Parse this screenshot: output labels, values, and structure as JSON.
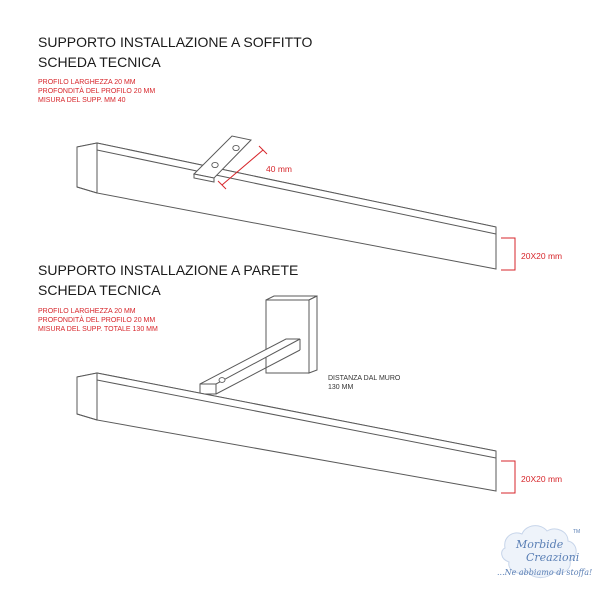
{
  "ceiling": {
    "title": "SUPPORTO INSTALLAZIONE A SOFFITTO",
    "subtitle": "SCHEDA TECNICA",
    "specs": [
      "PROFILO LARGHEZZA 20 MM",
      "PROFONDITÀ DEL PROFILO 20 MM",
      "MISURA DEL SUPP. MM 40"
    ],
    "bracket_dimension": "40 mm",
    "profile_dimension": "20X20 mm"
  },
  "wall": {
    "title": "SUPPORTO INSTALLAZIONE A PARETE",
    "subtitle": "SCHEDA TECNICA",
    "specs": [
      "PROFILO LARGHEZZA 20 MM",
      "PROFONDITÀ DEL PROFILO 20 MM",
      "MISURA DEL SUPP. TOTALE  130 MM"
    ],
    "distance_label": "DISTANZA DAL MURO",
    "distance_value": "130 MM",
    "profile_dimension": "20X20 mm"
  },
  "logo": {
    "line1": "Morbide",
    "line2": "Creazioni",
    "tagline": "...Ne abbiamo di stoffa!",
    "trademark": "TM"
  },
  "colors": {
    "accent": "#d7262b",
    "line": "#5a5a5a",
    "logo": "#5a7fb5"
  }
}
